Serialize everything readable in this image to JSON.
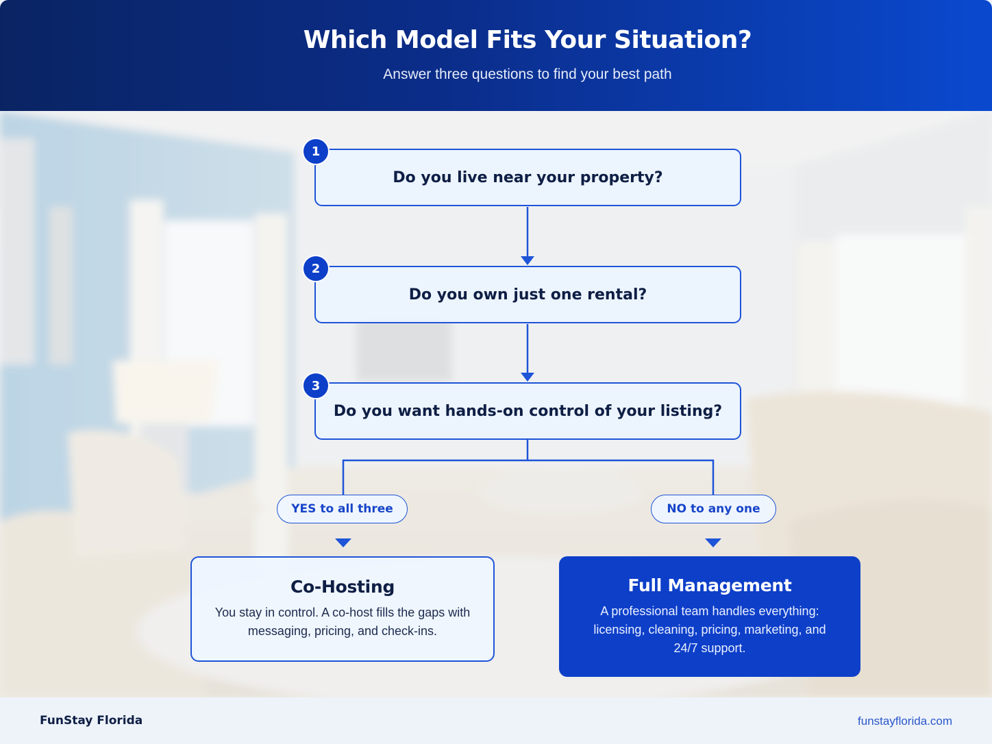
{
  "header": {
    "title": "Which Model Fits Your Situation?",
    "subtitle": "Answer three questions to find your best path"
  },
  "questions": [
    {
      "number": "1",
      "text": "Do you live near your property?"
    },
    {
      "number": "2",
      "text": "Do you own just one rental?"
    },
    {
      "number": "3",
      "text": "Do you want hands-on control of your listing?"
    }
  ],
  "branches": {
    "yes_label": "YES to all three",
    "no_label": "NO to any one"
  },
  "results": {
    "cohosting": {
      "title": "Co-Hosting",
      "description": "You stay in control. A co-host fills the gaps with messaging, pricing, and check-ins."
    },
    "full_management": {
      "title": "Full Management",
      "description": "A professional team handles everything: licensing, cleaning, pricing, marketing, and 24/7 support."
    }
  },
  "footer": {
    "brand": "FunStay Florida",
    "url": "funstayflorida.com"
  },
  "colors": {
    "accent": "#0d3fc9",
    "header_dark": "#0a2463",
    "text_dark": "#0e1e44"
  }
}
